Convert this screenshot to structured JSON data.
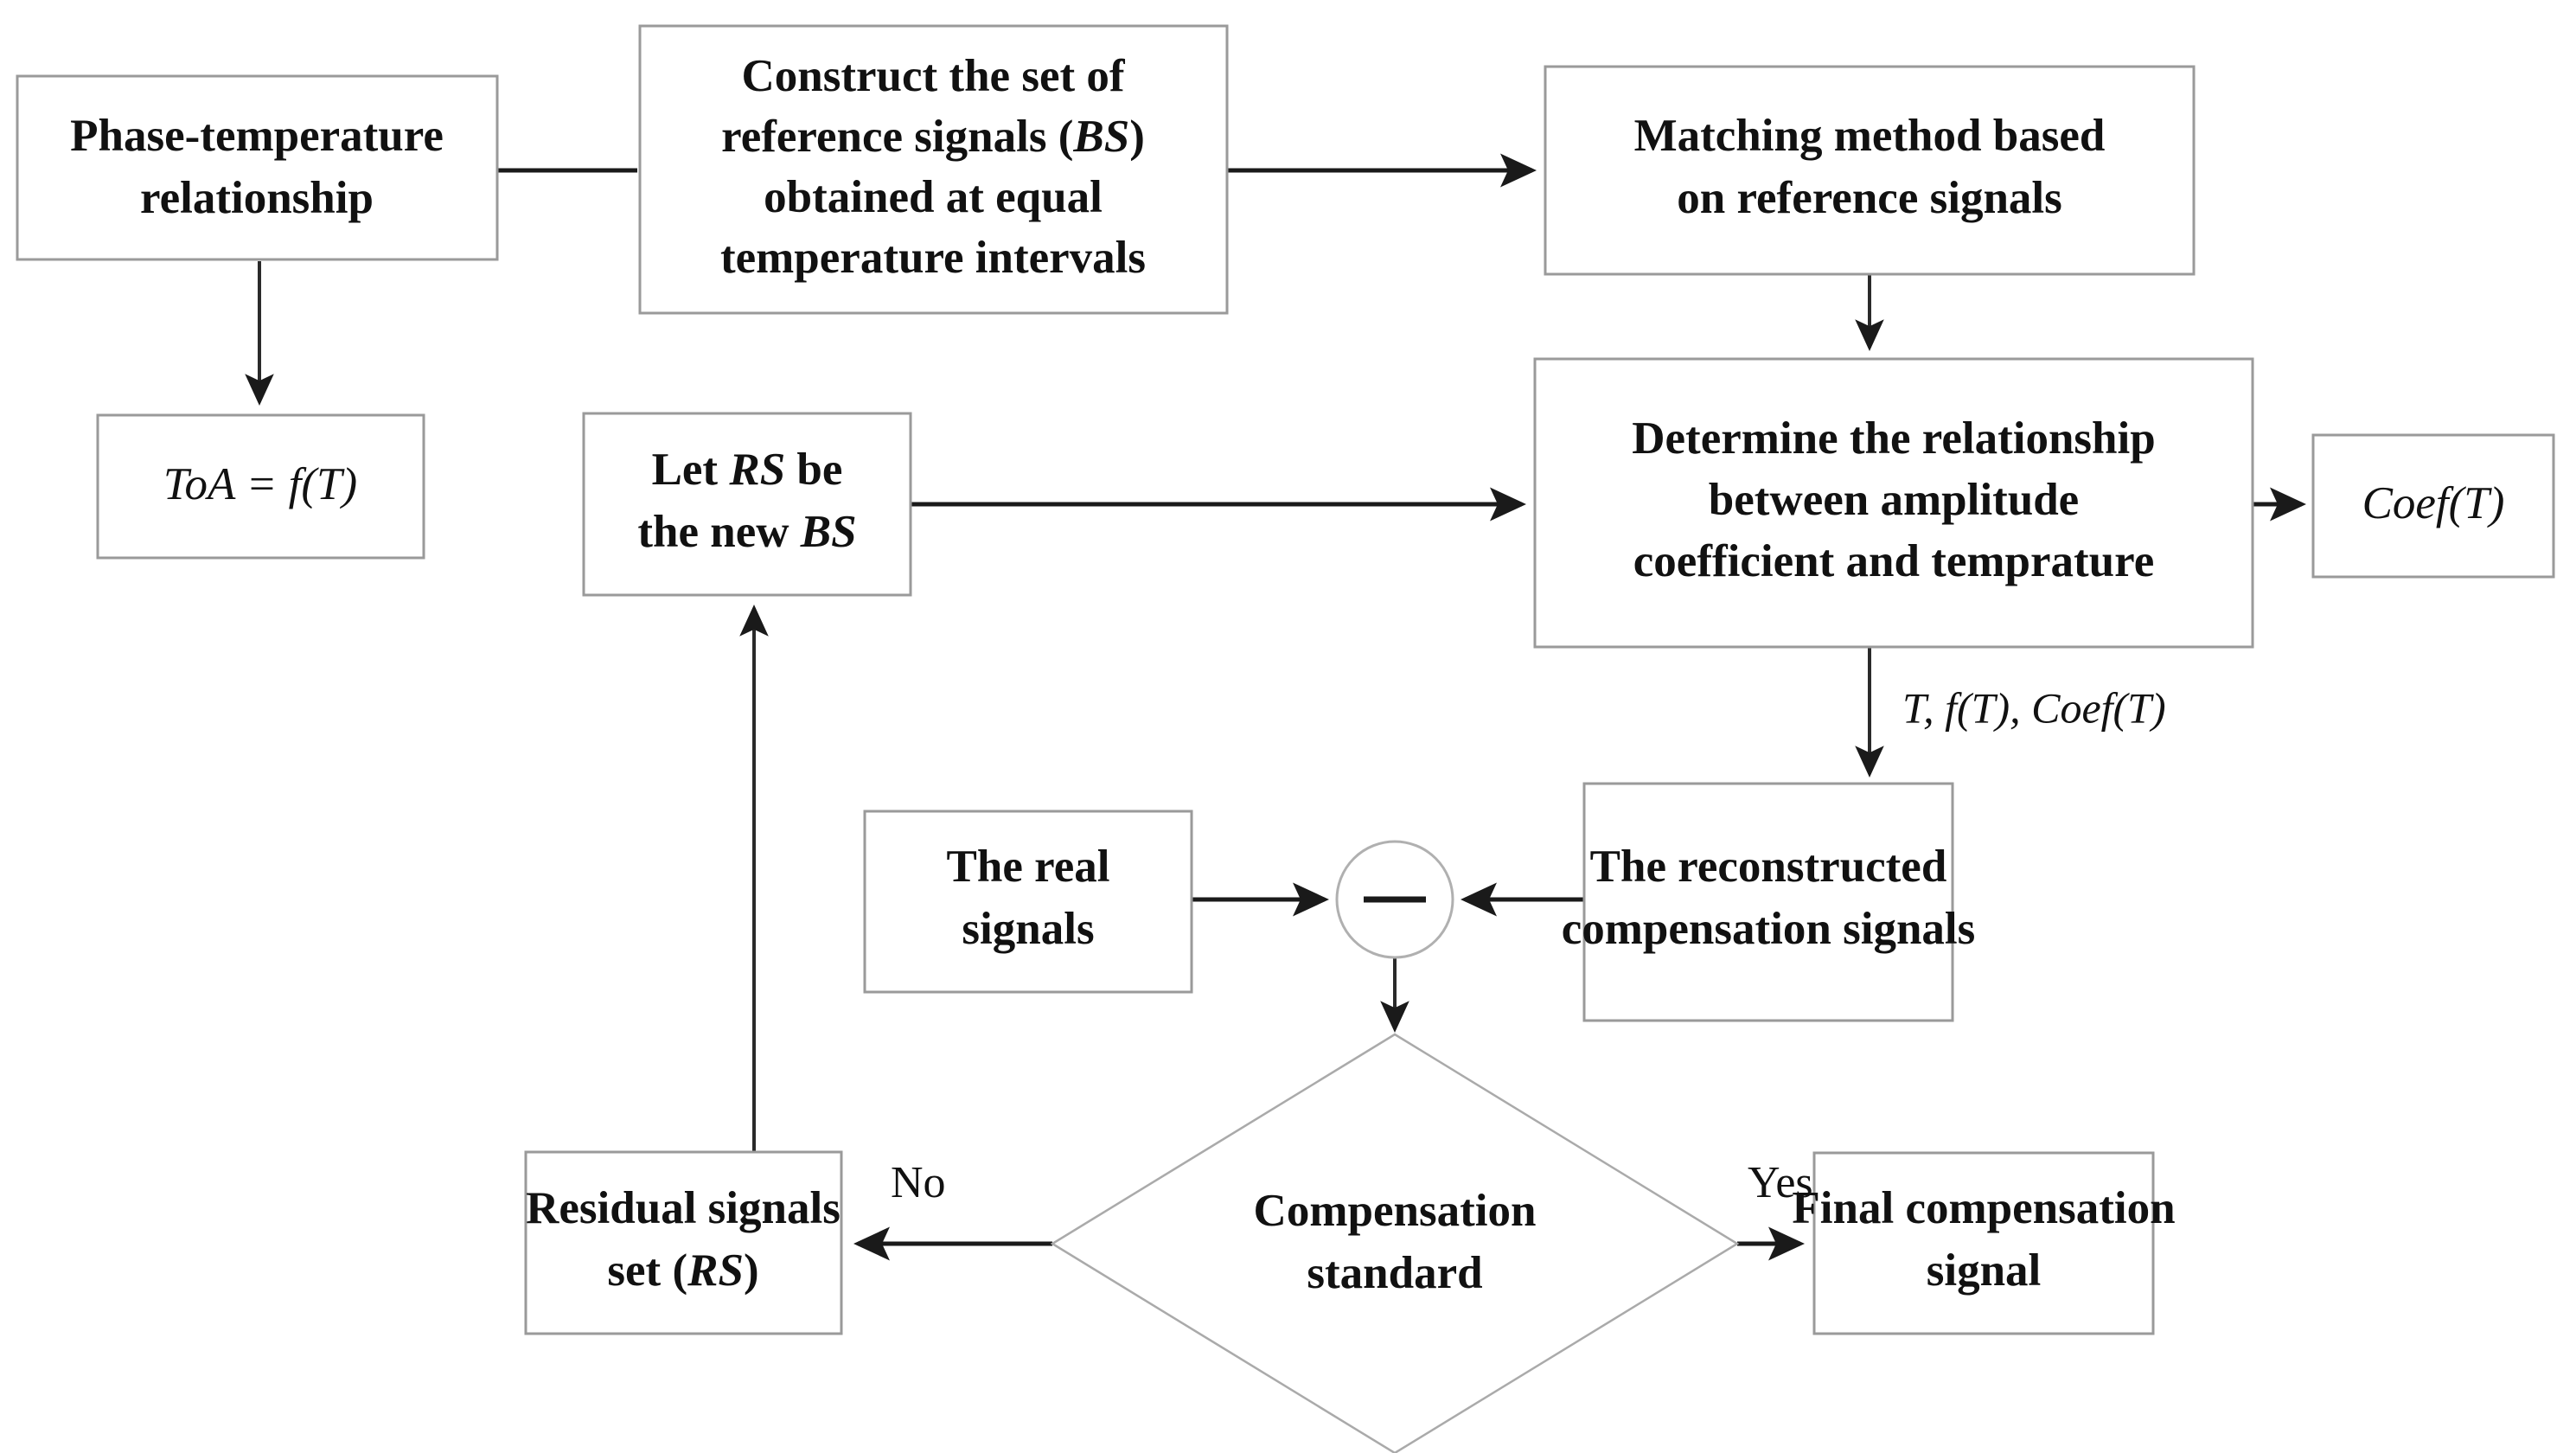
{
  "diagram": {
    "type": "flowchart",
    "title": "Temperature compensation signal reconstruction flowchart",
    "colors": {
      "box_border": "#9a9a9a",
      "diamond_border": "#aaaaaa",
      "arrow": "#1a1a1a",
      "background": "#ffffff",
      "text": "#111111"
    },
    "nodes": [
      {
        "id": "phase-temperature-relationship",
        "shape": "rectangle",
        "lines": [
          "Phase-temperature",
          "relationship"
        ]
      },
      {
        "id": "construct-reference-signals",
        "shape": "rectangle",
        "lines": [
          "Construct the set of",
          "reference signals (BS)",
          "obtained at equal",
          "temperature intervals"
        ]
      },
      {
        "id": "matching-method",
        "shape": "rectangle",
        "lines": [
          "Matching method based",
          "on reference signals"
        ]
      },
      {
        "id": "toa-formula",
        "shape": "rectangle",
        "lines": [
          "ToA = f(T)"
        ]
      },
      {
        "id": "let-rs-be-new-bs",
        "shape": "rectangle",
        "lines": [
          "Let RS be",
          "the new BS"
        ]
      },
      {
        "id": "determine-relationship",
        "shape": "rectangle",
        "lines": [
          "Determine the relationship",
          "between amplitude",
          "coefficient and temprature"
        ]
      },
      {
        "id": "coef-output",
        "shape": "rectangle",
        "lines": [
          "Coef(T)"
        ]
      },
      {
        "id": "the-real-signals",
        "shape": "rectangle",
        "lines": [
          "The real",
          "signals"
        ]
      },
      {
        "id": "reconstructed-compensation-signals",
        "shape": "rectangle",
        "lines": [
          "The reconstructed",
          "compensation signals"
        ]
      },
      {
        "id": "subtraction-junction",
        "shape": "circle",
        "lines": [
          "−"
        ]
      },
      {
        "id": "compensation-standard",
        "shape": "diamond",
        "lines": [
          "Compensation",
          "standard"
        ]
      },
      {
        "id": "residual-signals-set",
        "shape": "rectangle",
        "lines": [
          "Residual signals",
          "set (RS)"
        ]
      },
      {
        "id": "final-compensation-signal",
        "shape": "rectangle",
        "lines": [
          "Final compensation",
          "signal"
        ]
      }
    ],
    "edge_labels": {
      "signal_params": "T, f(T), Coef(T)",
      "decision_no": "No",
      "decision_yes": "Yes"
    }
  },
  "labels": {
    "phase_line1": "Phase-temperature",
    "phase_line2": "relationship",
    "construct_line1": "Construct the set of",
    "construct_line2_a": "reference signals (",
    "construct_line2_b": "BS",
    "construct_line2_c": ")",
    "construct_line3": "obtained at equal",
    "construct_line4": "temperature intervals",
    "matching_line1": "Matching method based",
    "matching_line2": "on reference signals",
    "toa_formula": "ToA = f(T)",
    "letrs_line1_a": "Let ",
    "letrs_line1_b": "RS",
    "letrs_line1_c": " be",
    "letrs_line2_a": "the new ",
    "letrs_line2_b": "BS",
    "determine_line1": "Determine the relationship",
    "determine_line2": "between amplitude",
    "determine_line3": "coefficient and temprature",
    "coef_formula": "Coef(T)",
    "real_line1": "The real",
    "real_line2": "signals",
    "recon_line1": "The reconstructed",
    "recon_line2": "compensation signals",
    "comp_line1": "Compensation",
    "comp_line2": "standard",
    "residual_line1": "Residual signals",
    "residual_line2_a": "set (",
    "residual_line2_b": "RS",
    "residual_line2_c": ")",
    "final_line1": "Final compensation",
    "final_line2": "signal",
    "params_label": "T, f(T), Coef(T)",
    "no_label": "No",
    "yes_label": "Yes",
    "minus_sign": "−"
  }
}
